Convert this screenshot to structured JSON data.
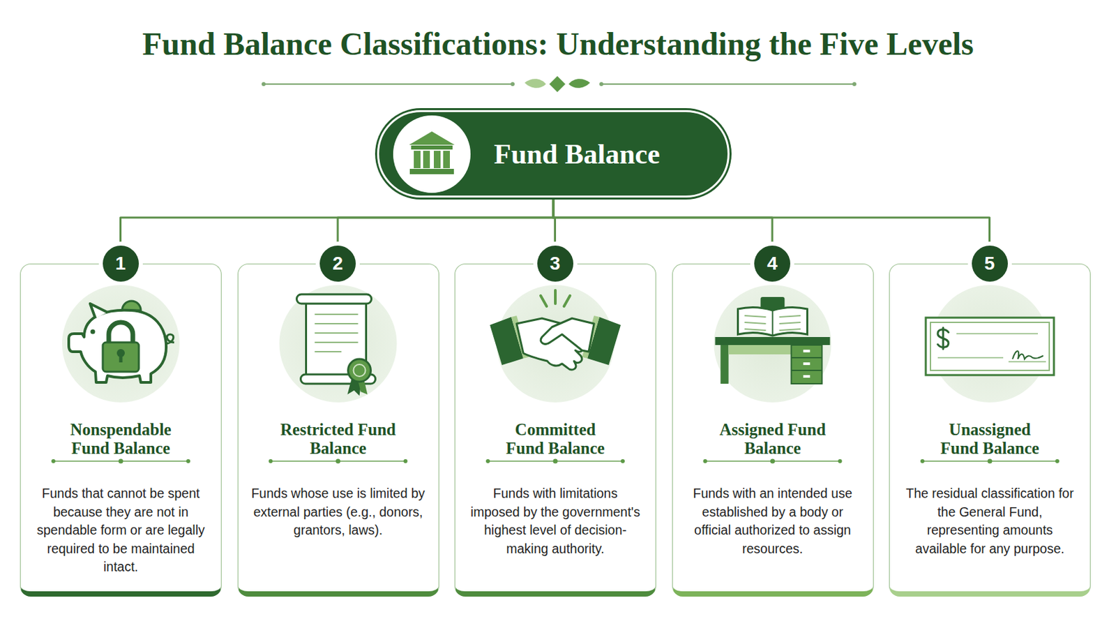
{
  "diagram": {
    "title": "Fund Balance Classifications: Understanding the Five Levels",
    "nodes": [
      {
        "text": [
          "Fund Balance"
        ]
      },
      {
        "text": [
          "Nonspendable Fund Balance",
          "Funds that cannot be spent because they are not in spendable form or are legally required to be maintained intact."
        ]
      },
      {
        "text": [
          "1"
        ],
        "in": 1
      },
      {
        "text": [
          "Restricted Fund Balance",
          "Funds whose use is limited by external parties (e.g., donors, grantors, laws)."
        ]
      },
      {
        "text": [
          "2"
        ],
        "in": 3
      },
      {
        "text": [
          "Committed Fund Balance",
          "Funds with limitations imposed by the government's highest level of decision-making authority."
        ]
      },
      {
        "text": [
          "3"
        ],
        "in": 5
      },
      {
        "text": [
          "Assigned Fund Balance",
          "Funds with an intended use established by a body or official authorized to assign resources."
        ]
      },
      {
        "text": [
          "4"
        ],
        "in": 7
      },
      {
        "text": [
          "Unassigned Fund Balance",
          "The residual classification for the General Fund, representing amounts available for any purpose."
        ]
      },
      {
        "text": [
          "5"
        ],
        "in": 9
      }
    ],
    "edges": [
      {
        "from": 0,
        "to": 2,
        "arrow": "none"
      },
      {
        "from": 0,
        "to": 4,
        "arrow": "none"
      },
      {
        "from": 0,
        "to": 6,
        "arrow": "none"
      },
      {
        "from": 0,
        "to": 8,
        "arrow": "none"
      },
      {
        "from": 0,
        "to": 10,
        "arrow": "none"
      }
    ]
  }
}
